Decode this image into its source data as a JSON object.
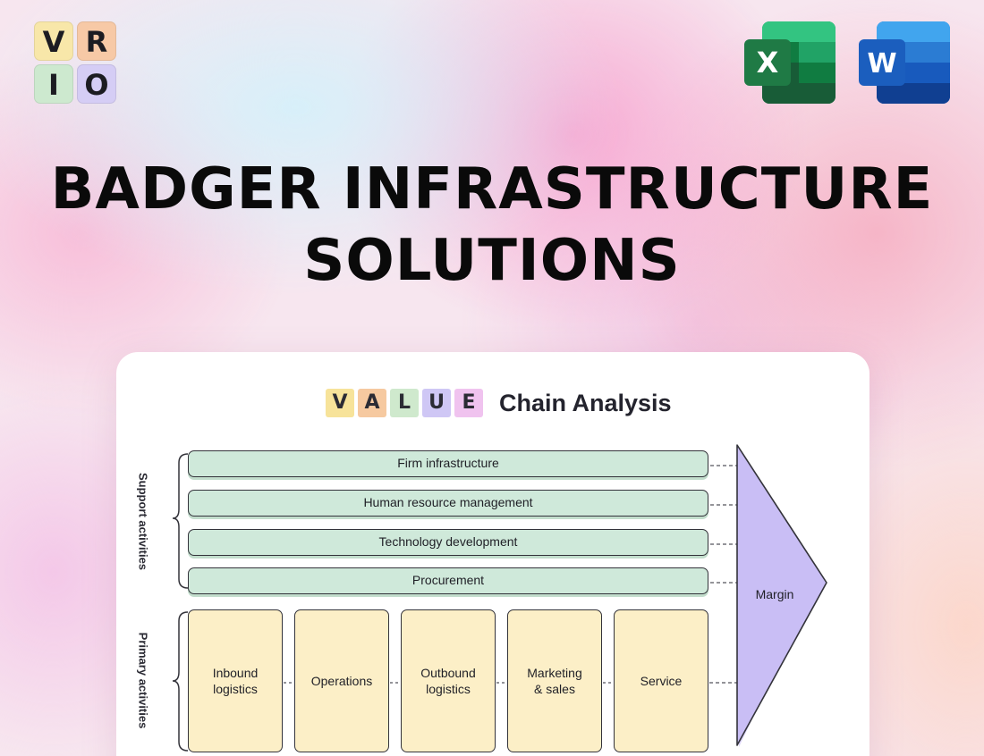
{
  "logo": {
    "letters": [
      "V",
      "R",
      "I",
      "O"
    ]
  },
  "apps": {
    "excel": {
      "letter": "X",
      "color": "#1f7a45"
    },
    "word": {
      "letter": "W",
      "color": "#1b5ebe"
    }
  },
  "title": {
    "line1": "BADGER INFRASTRUCTURE",
    "line2": "SOLUTIONS"
  },
  "diagram": {
    "heading_letters": [
      "V",
      "A",
      "L",
      "U",
      "E"
    ],
    "heading_text": "Chain Analysis",
    "support_label": "Support activities",
    "primary_label": "Primary activities",
    "support_activities": [
      "Firm infrastructure",
      "Human resource management",
      "Technology development",
      "Procurement"
    ],
    "primary_activities": [
      "Inbound\nlogistics",
      "Operations",
      "Outbound\nlogistics",
      "Marketing\n& sales",
      "Service"
    ],
    "margin_label": "Margin",
    "colors": {
      "support_fill": "#cfe9da",
      "primary_fill": "#fcefc7",
      "margin_fill": "#c9bef5"
    }
  }
}
